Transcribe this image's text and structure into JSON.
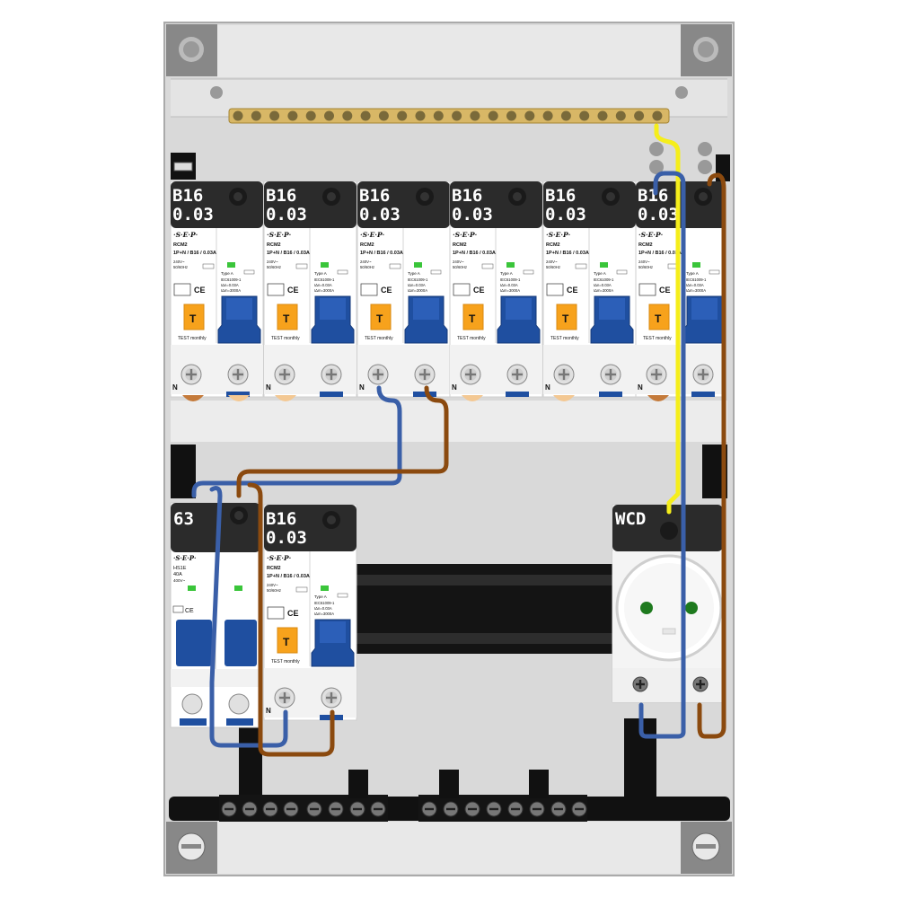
{
  "panel": {
    "title": "",
    "row1_breakers": [
      {
        "rating": "B16",
        "trip": "0.03",
        "brand": "·S·E·P·",
        "model": "RCM2",
        "spec": "1P+N / B16 / 0.03A",
        "voltage": "240V~",
        "freq": "50/60Hz",
        "type": "Type A",
        "standard": "IEC61009-1",
        "idn": "IΔn=0.03A",
        "icn": "IΔm=3000A",
        "test": "TEST monthly",
        "test_key": "T",
        "neutral": "N"
      },
      {
        "rating": "B16",
        "trip": "0.03",
        "brand": "·S·E·P·",
        "model": "RCM2",
        "spec": "1P+N / B16 / 0.03A",
        "voltage": "240V~",
        "freq": "50/60Hz",
        "type": "Type A",
        "standard": "IEC61009-1",
        "idn": "IΔn=0.03A",
        "icn": "IΔm=3000A",
        "test": "TEST monthly",
        "test_key": "T",
        "neutral": "N"
      },
      {
        "rating": "B16",
        "trip": "0.03",
        "brand": "·S·E·P·",
        "model": "RCM2",
        "spec": "1P+N / B16 / 0.03A",
        "voltage": "240V~",
        "freq": "50/60Hz",
        "type": "Type A",
        "standard": "IEC61009-1",
        "idn": "IΔn=0.03A",
        "icn": "IΔm=3000A",
        "test": "TEST monthly",
        "test_key": "T",
        "neutral": "N"
      },
      {
        "rating": "B16",
        "trip": "0.03",
        "brand": "·S·E·P·",
        "model": "RCM2",
        "spec": "1P+N / B16 / 0.03A",
        "voltage": "240V~",
        "freq": "50/60Hz",
        "type": "Type A",
        "standard": "IEC61009-1",
        "idn": "IΔn=0.03A",
        "icn": "IΔm=3000A",
        "test": "TEST monthly",
        "test_key": "T",
        "neutral": "N"
      },
      {
        "rating": "B16",
        "trip": "0.03",
        "brand": "·S·E·P·",
        "model": "RCM2",
        "spec": "1P+N / B16 / 0.03A",
        "voltage": "240V~",
        "freq": "50/60Hz",
        "type": "Type A",
        "standard": "IEC61009-1",
        "idn": "IΔn=0.03A",
        "icn": "IΔm=3000A",
        "test": "TEST monthly",
        "test_key": "T",
        "neutral": "N"
      },
      {
        "rating": "B16",
        "trip": "0.03",
        "brand": "·S·E·P·",
        "model": "RCM2",
        "spec": "1P+N / B16 / 0.03A",
        "voltage": "240V~",
        "freq": "50/60Hz",
        "type": "Type A",
        "standard": "IEC61009-1",
        "idn": "IΔn=0.03A",
        "icn": "IΔm=3000A",
        "test": "TEST monthly",
        "test_key": "T",
        "neutral": "N"
      }
    ],
    "main_switch": {
      "rating": "63",
      "brand": "·S·E·P·",
      "model": "HS1E",
      "current": "40A",
      "voltage": "400V~"
    },
    "row2_breaker": {
      "rating": "B16",
      "trip": "0.03",
      "brand": "·S·E·P·",
      "model": "RCM2",
      "spec": "1P+N / B16 / 0.03A",
      "voltage": "240V~",
      "freq": "50/60Hz",
      "type": "Type A",
      "standard": "IEC61009-1",
      "idn": "IΔn=0.03A",
      "icn": "IΔm=3000A",
      "test": "TEST monthly",
      "test_key": "T",
      "neutral": "N"
    },
    "socket": {
      "label": "WCD"
    },
    "colors": {
      "live": "#8b4a0f",
      "neutral": "#3a5fa8",
      "earth": "#f5ee1b",
      "handle": "#1f4fa0",
      "test_button": "#f7a21c",
      "label_bg": "#2b2b2b",
      "busbar": "#d8b766",
      "enclosure": "#d9d9d9"
    }
  }
}
